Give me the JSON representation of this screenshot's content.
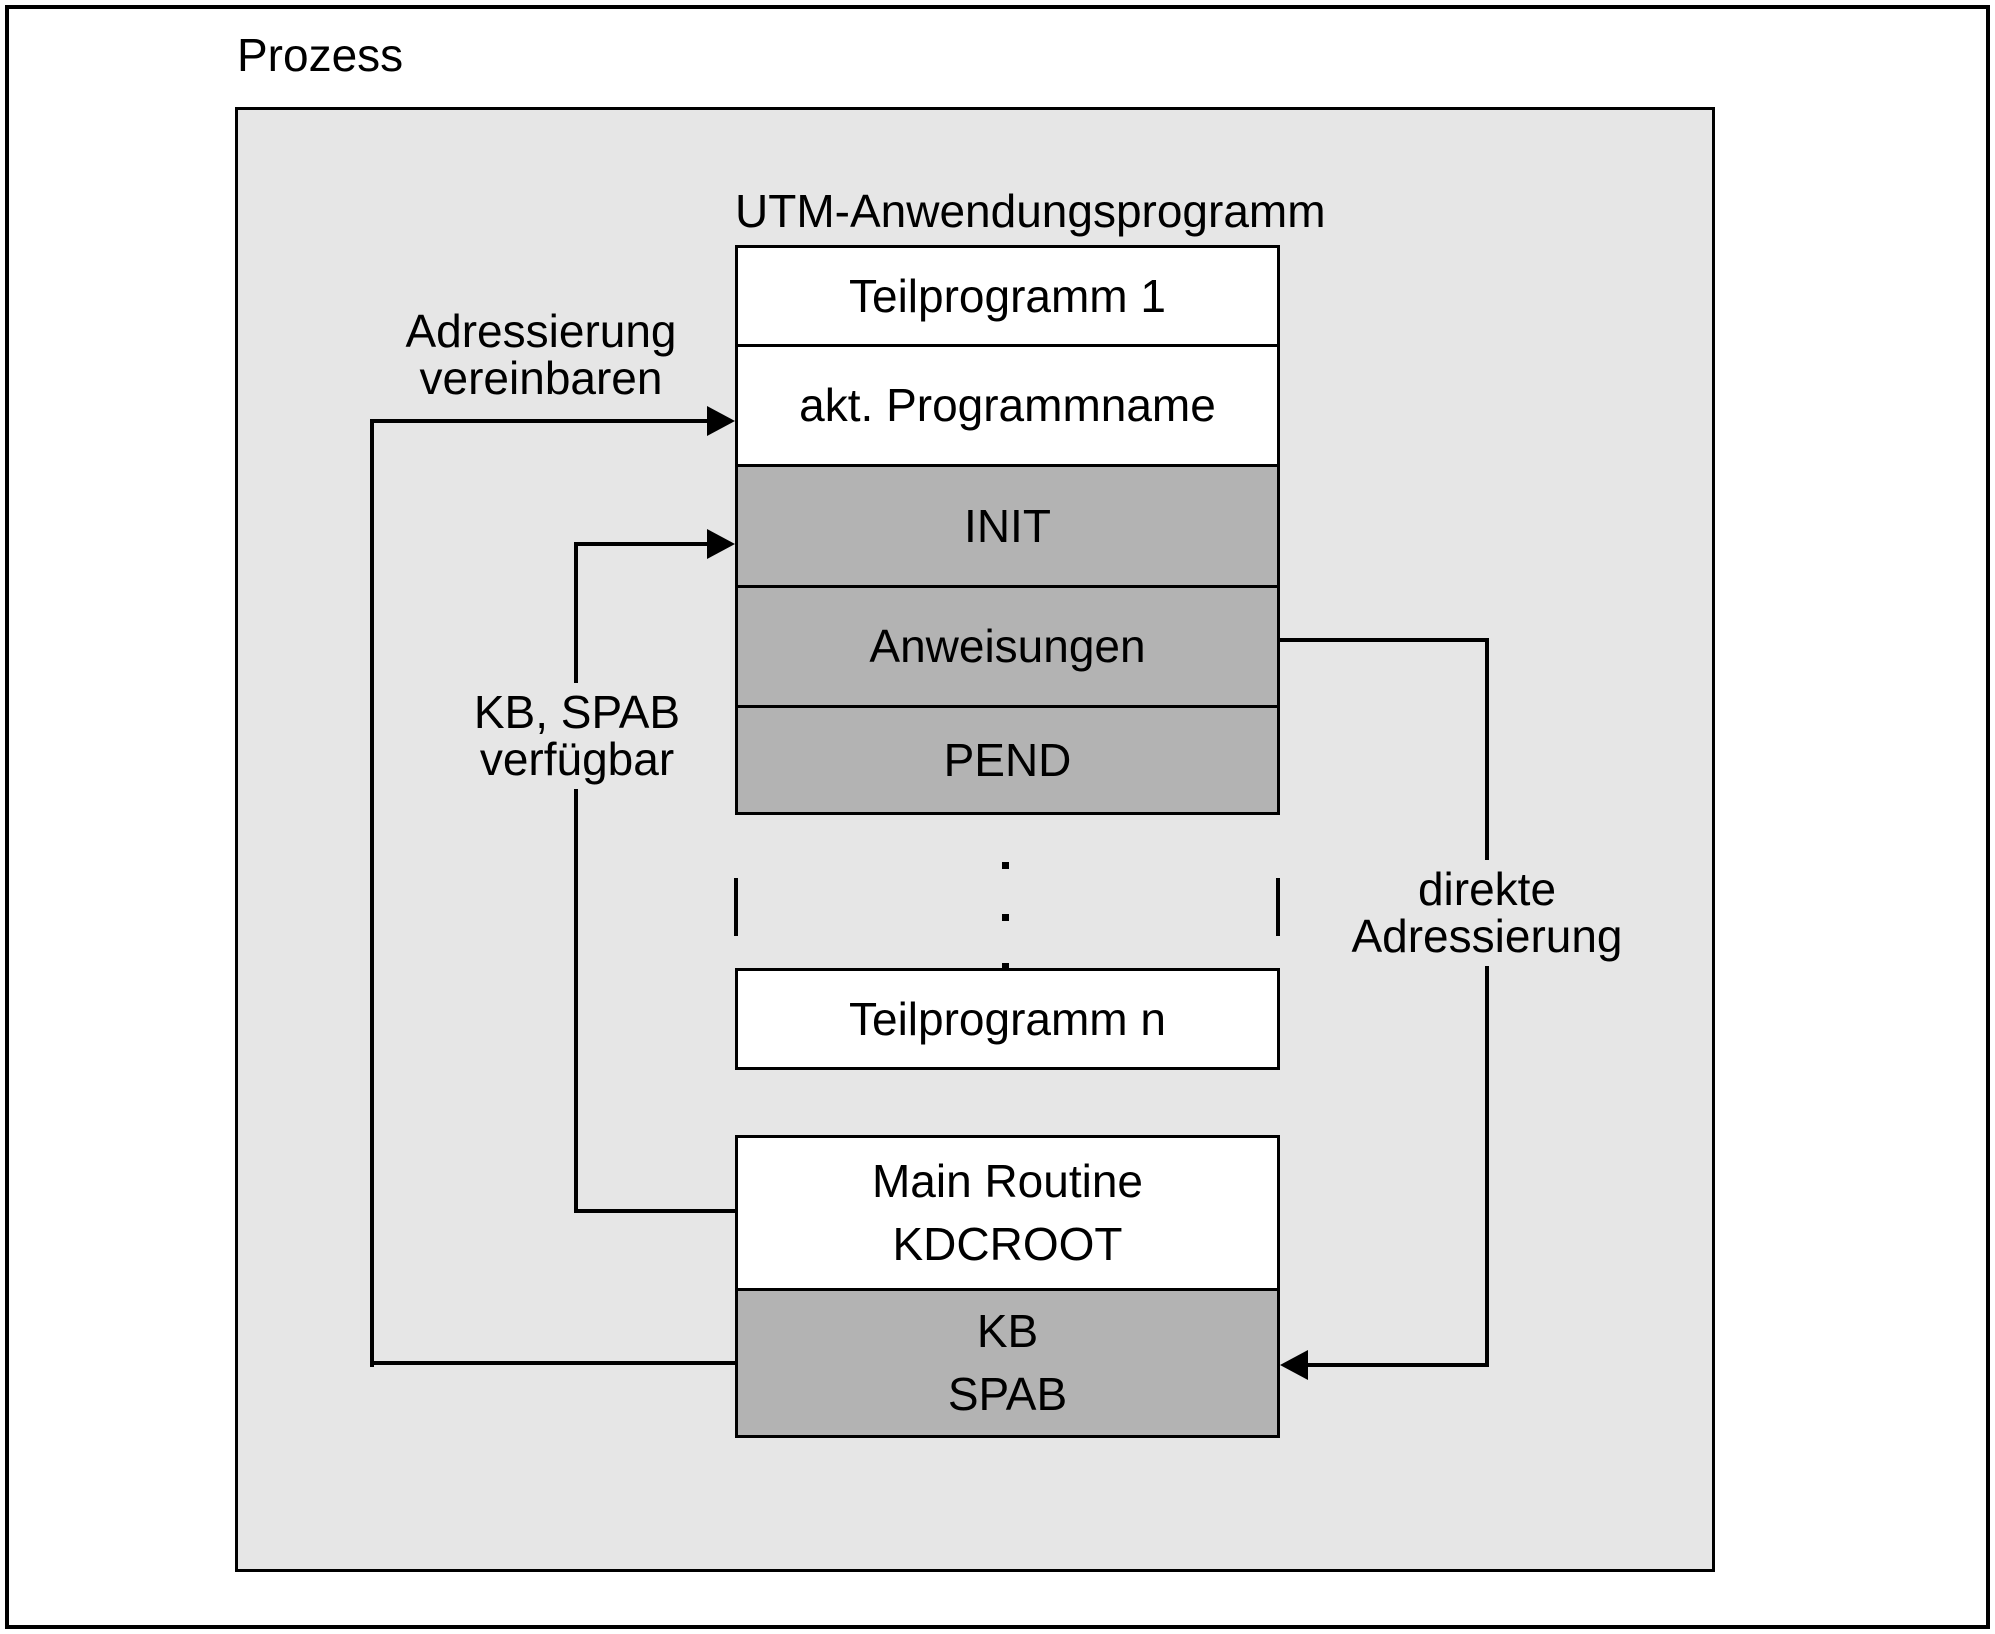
{
  "frame_label": "Prozess",
  "app_title": "UTM-Anwendungsprogramm",
  "stack": {
    "teilprogramm_1": "Teilprogramm 1",
    "akt_programmname": "akt. Programmname",
    "init": "INIT",
    "anweisungen": "Anweisungen",
    "pend": "PEND",
    "teilprogramm_n": "Teilprogramm n"
  },
  "kdcroot_box": {
    "line1": "Main Routine",
    "line2": "KDCROOT"
  },
  "kb_spab_box": {
    "line1": "KB",
    "line2": "SPAB"
  },
  "annotations": {
    "adressierung_vereinbaren": {
      "line1": "Adressierung",
      "line2": "vereinbaren"
    },
    "kb_spab_verfuegbar": {
      "line1": "KB, SPAB",
      "line2": "verfügbar"
    },
    "direkte_adressierung": {
      "line1": "direkte",
      "line2": "Adressierung"
    }
  },
  "colors": {
    "process_bg": "#e6e6e6",
    "shaded_box_bg": "#b3b3b3",
    "white_box_bg": "#ffffff",
    "line": "#000000"
  }
}
